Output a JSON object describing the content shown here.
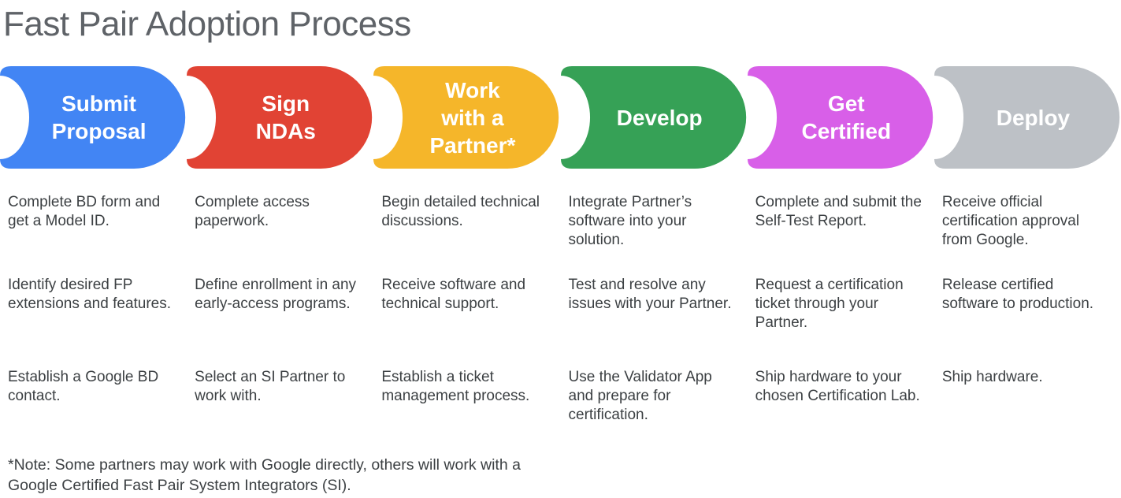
{
  "title": "Fast Pair Adoption Process",
  "note": "*Note: Some partners may work with Google directly, others will work with a\nGoogle Certified Fast Pair System Integrators (SI).",
  "stages": [
    {
      "label": "Submit\nProposal",
      "color": "#4285F4",
      "items": [
        "Complete BD form and get a Model ID.",
        "Identify desired FP extensions and features.",
        "Establish a Google BD contact."
      ]
    },
    {
      "label": "Sign\nNDAs",
      "color": "#E14334",
      "items": [
        "Complete access paperwork.",
        "Define enrollment in any early-access programs.",
        "Select an SI Partner to work with."
      ]
    },
    {
      "label": "Work\nwith a\nPartner*",
      "color": "#F5B62A",
      "items": [
        "Begin detailed technical discussions.",
        "Receive software and technical support.",
        "Establish a ticket management process."
      ]
    },
    {
      "label": "Develop",
      "color": "#36A156",
      "items": [
        "Integrate Partner’s software into your solution.",
        "Test and resolve any issues with your Partner.",
        "Use the Validator App and prepare for certification."
      ]
    },
    {
      "label": "Get\nCertified",
      "color": "#D85FE8",
      "items": [
        "Complete and submit the Self-Test Report.",
        "Request a certification ticket through your Partner.",
        "Ship hardware to your chosen Certification Lab."
      ]
    },
    {
      "label": "Deploy",
      "color": "#BDC1C6",
      "items": [
        "Receive official certification approval from Google.",
        "Release certified software to production.",
        "Ship hardware."
      ]
    }
  ]
}
